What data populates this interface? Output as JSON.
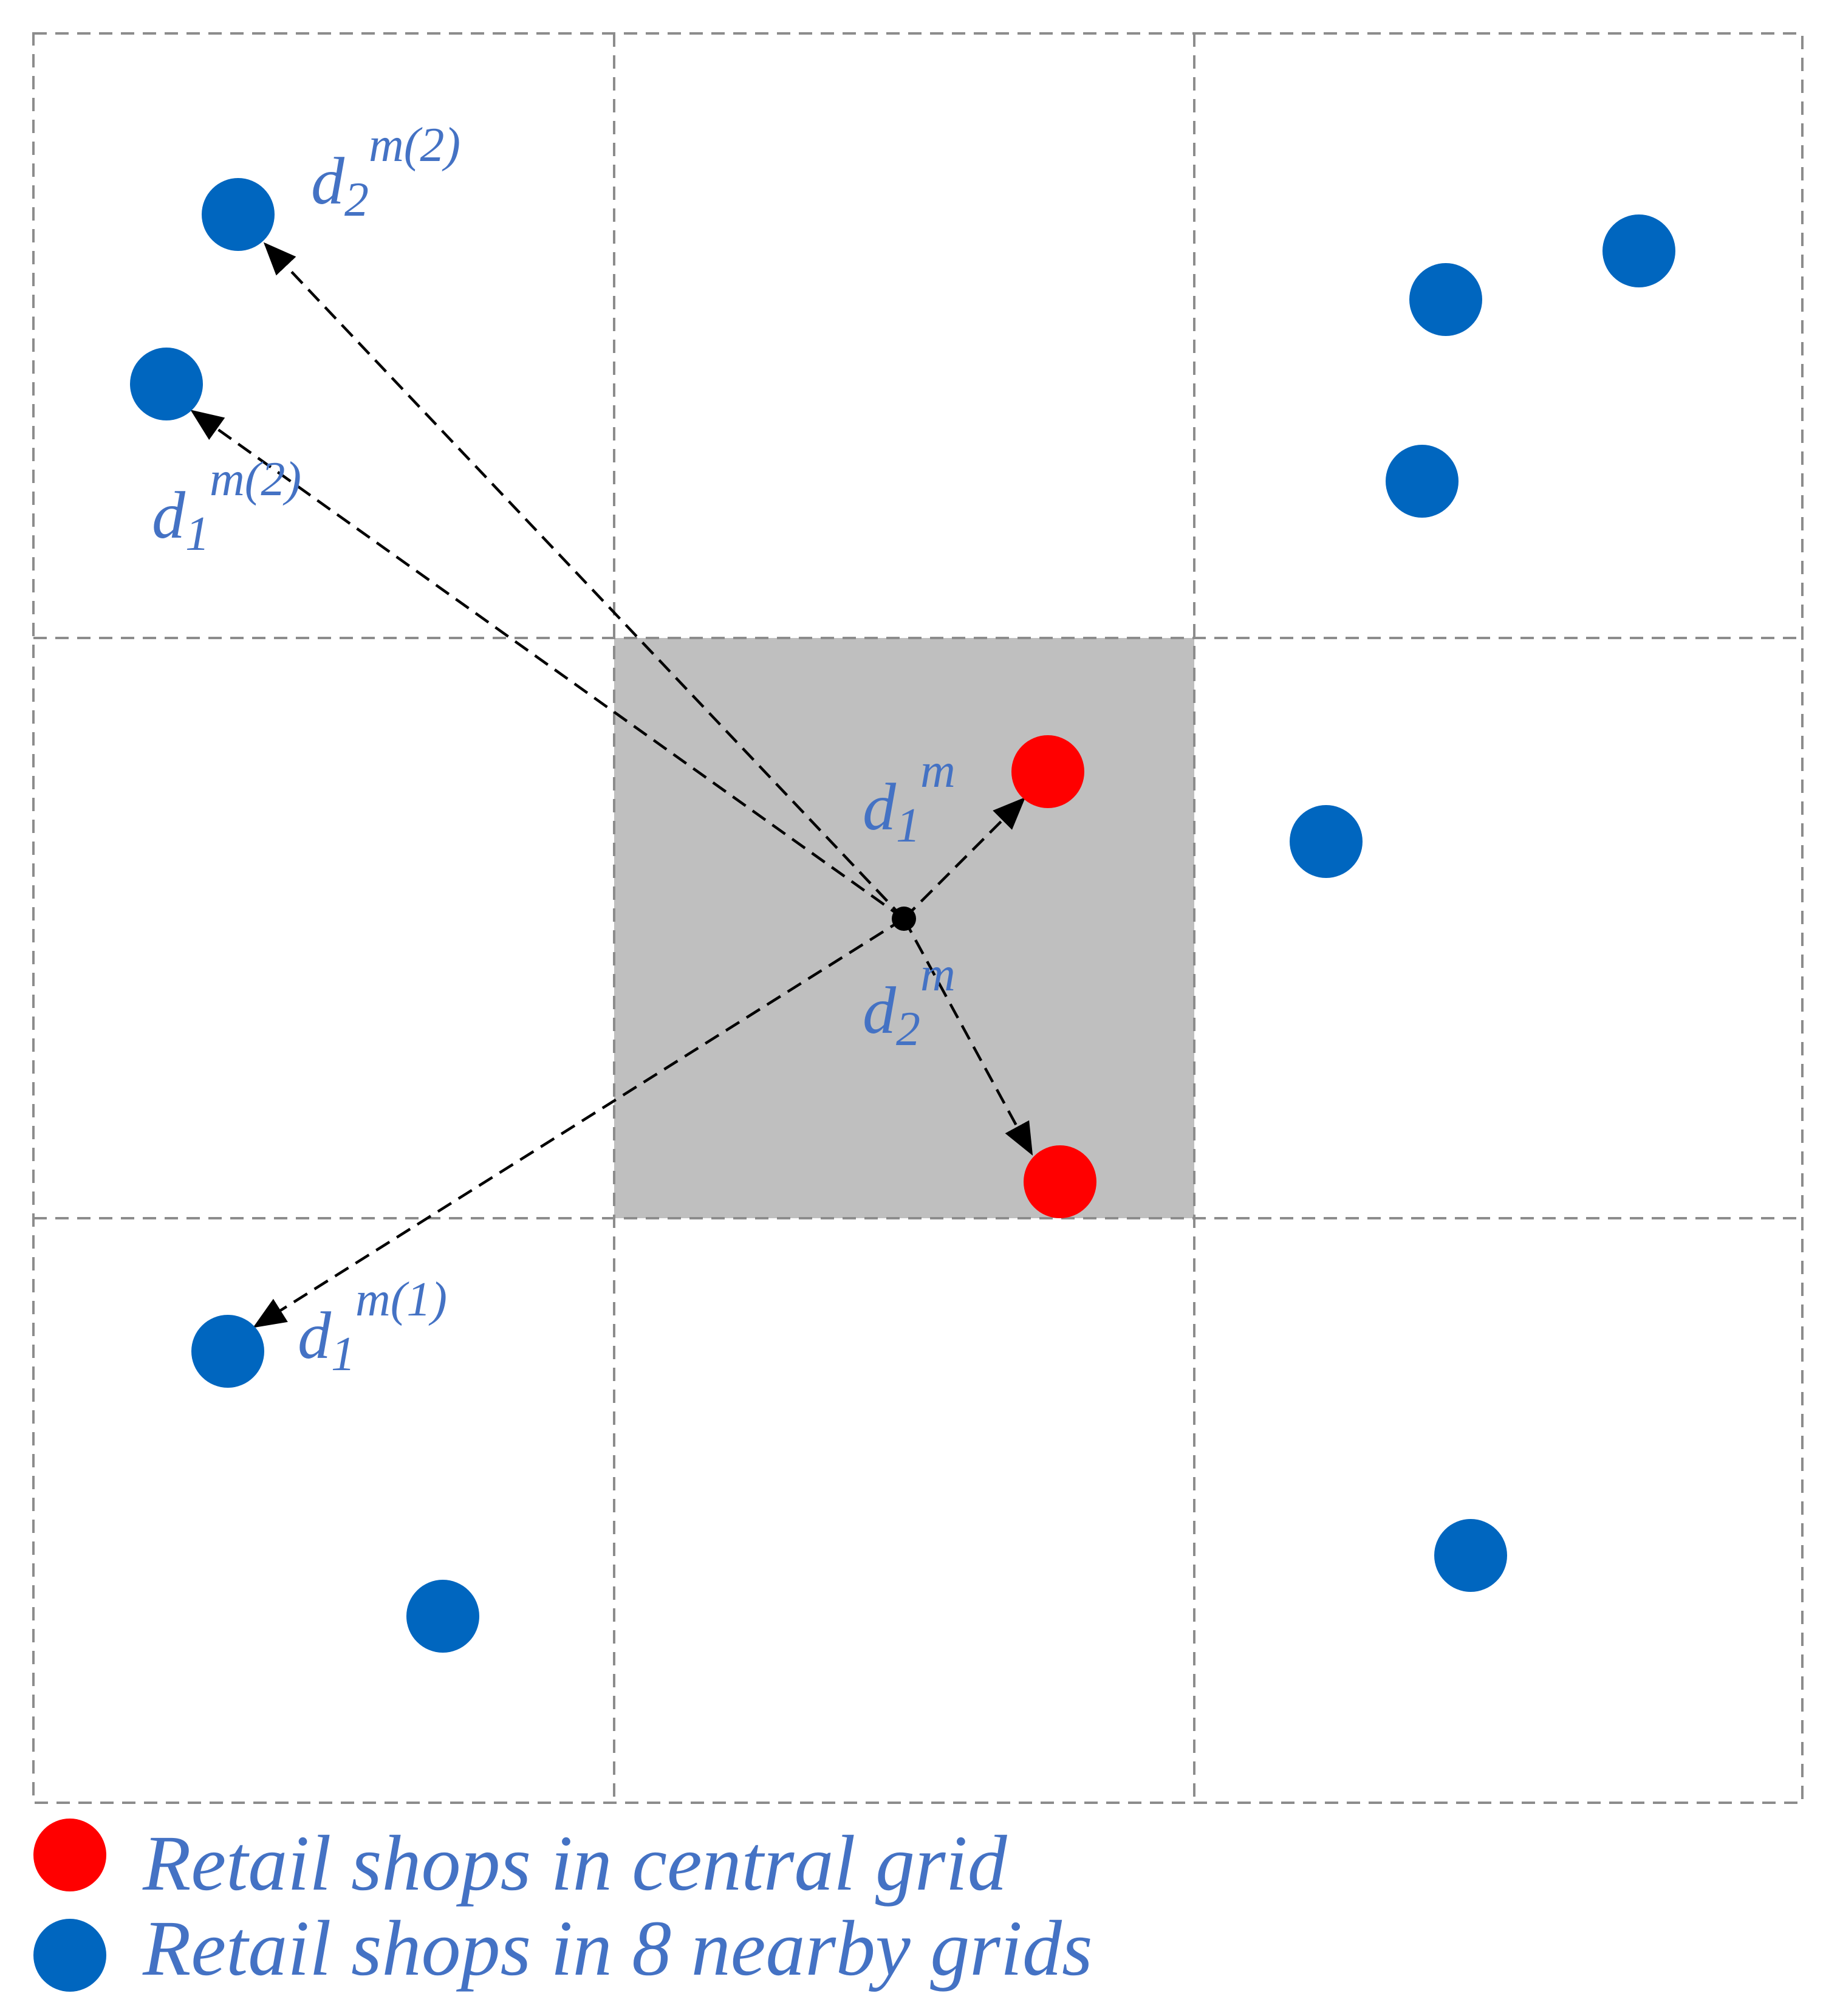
{
  "colors": {
    "central_shop": "#ff0000",
    "nearby_shop": "#0066bf",
    "label": "#4472c4",
    "central_grid_fill": "#bfbfbf",
    "grid_line": "#8c8c8c",
    "arrow": "#000000"
  },
  "labels": {
    "d1m": {
      "base": "d",
      "sub": "1",
      "sup": "m"
    },
    "d2m": {
      "base": "d",
      "sub": "2",
      "sup": "m"
    },
    "d1m1": {
      "base": "d",
      "sub": "1",
      "sup": "m(1)"
    },
    "d1m2": {
      "base": "d",
      "sub": "1",
      "sup": "m(2)"
    },
    "d2m2": {
      "base": "d",
      "sub": "2",
      "sup": "m(2)"
    }
  },
  "legend": {
    "central": "Retail shops in central grid",
    "nearby": "Retail shops in 8 nearby grids"
  }
}
